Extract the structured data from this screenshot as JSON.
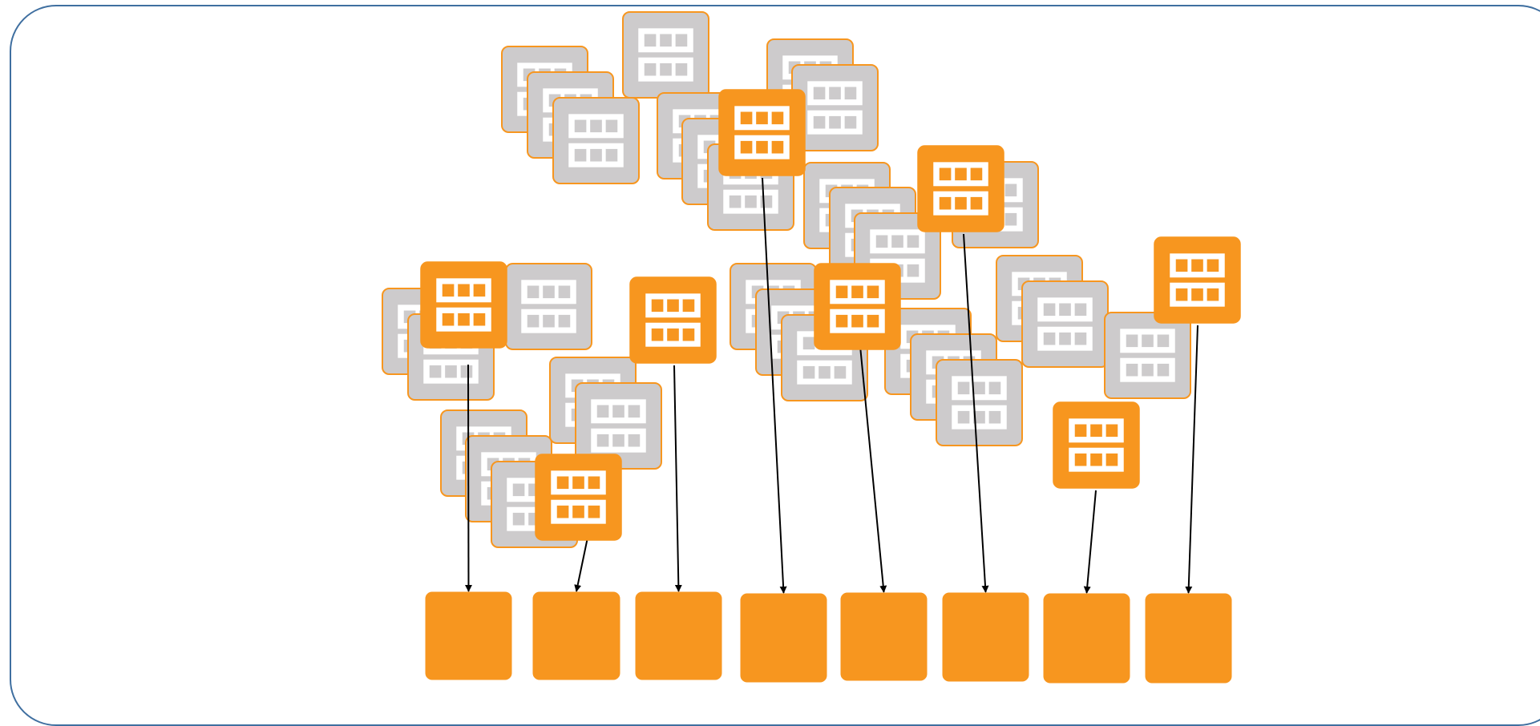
{
  "diagram": {
    "colors": {
      "accent": "#f7961f",
      "inactive_fill": "#cdcbcc",
      "inactive_border": "#f7961f",
      "glyph": "#ffffff",
      "arrow": "#000000",
      "frame_border": "#3f6fa0"
    },
    "icon_names": {
      "inactive": "server-rack-icon-inactive",
      "active": "server-rack-icon-active",
      "target": "target-block"
    },
    "node_count": {
      "inactive": 31,
      "active": 8,
      "targets": 8
    },
    "mapping": [
      {
        "from": "active-node-1",
        "to": "target-1"
      },
      {
        "from": "active-node-2",
        "to": "target-2"
      },
      {
        "from": "active-node-3",
        "to": "target-3"
      },
      {
        "from": "active-node-4",
        "to": "target-4"
      },
      {
        "from": "active-node-5",
        "to": "target-5"
      },
      {
        "from": "active-node-6",
        "to": "target-6"
      },
      {
        "from": "active-node-7",
        "to": "target-7"
      },
      {
        "from": "active-node-8",
        "to": "target-8"
      }
    ]
  }
}
